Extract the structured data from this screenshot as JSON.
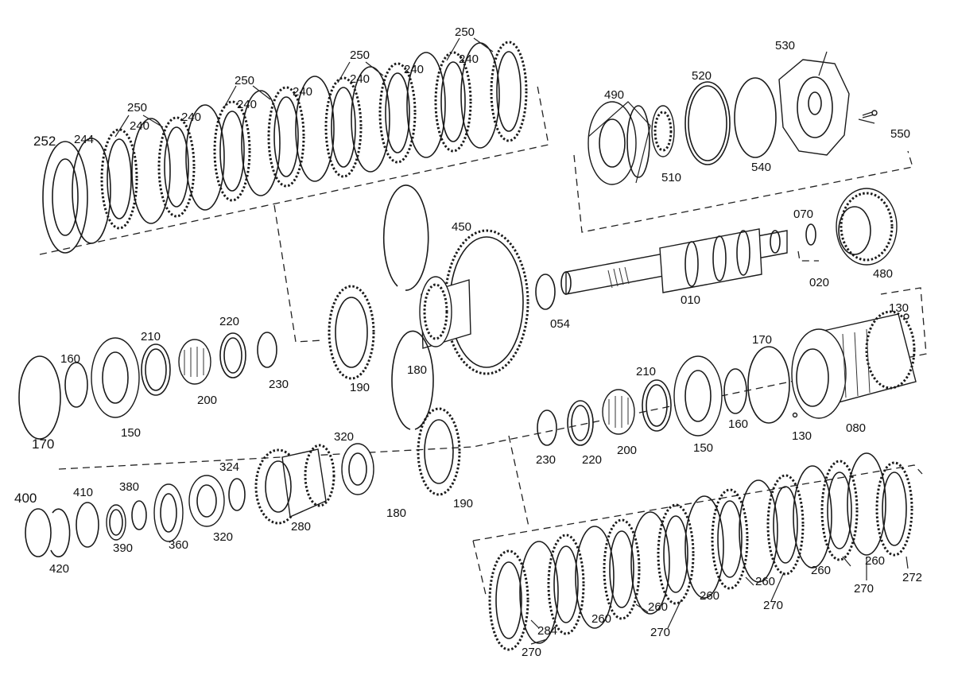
{
  "diagram": {
    "labels": [
      {
        "text": "252"
      },
      {
        "text": "244"
      },
      {
        "text": "250"
      },
      {
        "text": "240"
      },
      {
        "text": "240"
      },
      {
        "text": "250"
      },
      {
        "text": "240"
      },
      {
        "text": "240"
      },
      {
        "text": "250"
      },
      {
        "text": "240"
      },
      {
        "text": "240"
      },
      {
        "text": "250"
      },
      {
        "text": "240"
      },
      {
        "text": "490"
      },
      {
        "text": "520"
      },
      {
        "text": "530"
      },
      {
        "text": "550"
      },
      {
        "text": "510"
      },
      {
        "text": "540"
      },
      {
        "text": "070"
      },
      {
        "text": "480"
      },
      {
        "text": "020"
      },
      {
        "text": "450"
      },
      {
        "text": "010"
      },
      {
        "text": "054"
      },
      {
        "text": "160"
      },
      {
        "text": "210"
      },
      {
        "text": "220"
      },
      {
        "text": "200"
      },
      {
        "text": "230"
      },
      {
        "text": "170"
      },
      {
        "text": "150"
      },
      {
        "text": "190"
      },
      {
        "text": "180"
      },
      {
        "text": "130"
      },
      {
        "text": "170"
      },
      {
        "text": "210"
      },
      {
        "text": "160"
      },
      {
        "text": "130"
      },
      {
        "text": "080"
      },
      {
        "text": "230"
      },
      {
        "text": "220"
      },
      {
        "text": "200"
      },
      {
        "text": "150"
      },
      {
        "text": "400"
      },
      {
        "text": "410"
      },
      {
        "text": "380"
      },
      {
        "text": "324"
      },
      {
        "text": "320"
      },
      {
        "text": "420"
      },
      {
        "text": "390"
      },
      {
        "text": "360"
      },
      {
        "text": "320"
      },
      {
        "text": "280"
      },
      {
        "text": "180"
      },
      {
        "text": "190"
      },
      {
        "text": "284"
      },
      {
        "text": "270"
      },
      {
        "text": "260"
      },
      {
        "text": "260"
      },
      {
        "text": "270"
      },
      {
        "text": "260"
      },
      {
        "text": "260"
      },
      {
        "text": "270"
      },
      {
        "text": "260"
      },
      {
        "text": "270"
      },
      {
        "text": "260"
      },
      {
        "text": "272"
      }
    ]
  }
}
